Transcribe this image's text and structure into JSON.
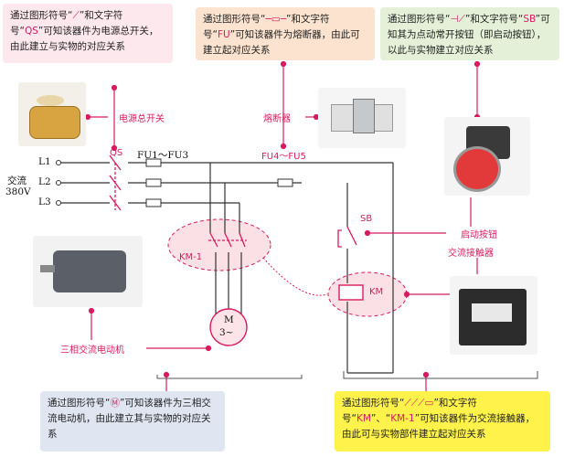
{
  "boxes": {
    "qs": {
      "pre": "通过图形符号“",
      "mid": "”和文字符号“",
      "code": "QS",
      "post": "”可知该器件为电源总开关，由此建立与实物的对应关系",
      "bg": "#fde8ee"
    },
    "fu": {
      "pre": "通过图形符号“",
      "mid": "”和文字符号“",
      "code": "FU",
      "post": "”可知该器件为熔断器，由此可建立起对应关系",
      "bg": "#fbe3cf"
    },
    "sb": {
      "pre": "通过图形符号“",
      "mid": "”和文字符号“",
      "code": "SB",
      "post": "”可知其为点动常开按钮（即启动按钮），以此与实物建立对应关系",
      "bg": "#e4f1d8"
    },
    "m": {
      "pre": "通过图形符号“",
      "post": "”可知该器件为三相交流电动机，由此建立其与实物的对应关系",
      "bg": "#dfe6f2"
    },
    "km": {
      "pre": "通过图形符号“",
      "mid": "”和文字符号“",
      "code": "KM",
      "sep": "”、“",
      "code2": "KM-1",
      "post": "”可知该器件为交流接触器，由此可与实物部件建立起对应关系",
      "bg": "#fff24a"
    }
  },
  "labels": {
    "power_switch": "电源总开关",
    "fuse": "熔断器",
    "start_button": "启动按钮",
    "contactor": "交流接触器",
    "motor": "三相交流电动机",
    "qs": "QS",
    "fu1": "FU1～FU3",
    "fu4": "FU4～FU5",
    "sb": "SB",
    "km1": "KM-1",
    "km": "KM",
    "l1": "L1",
    "l2": "L2",
    "l3": "L3",
    "ac": "交流",
    "v": "380V",
    "m": "M",
    "m3": "3~"
  },
  "colors": {
    "wire": "#333333",
    "accent": "#d81b60",
    "highlight": "#fbe0e6"
  }
}
